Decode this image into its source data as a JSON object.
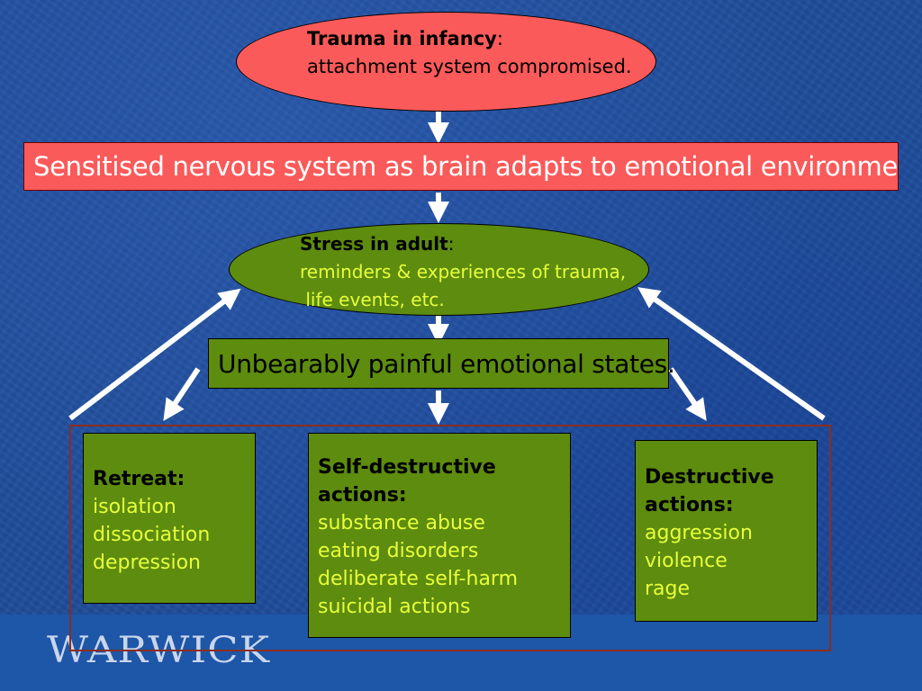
{
  "trauma": {
    "title": "Trauma in infancy",
    "colon": ":",
    "text": "attachment system compromised."
  },
  "sensitised": {
    "text": "Sensitised nervous system as brain adapts to emotional environme"
  },
  "stress": {
    "title": "Stress in adult",
    "colon": ":",
    "line1": "reminders & experiences of trauma,",
    "line2": "life events, etc."
  },
  "unbearable": {
    "text": "Unbearably painful emotional states."
  },
  "retreat": {
    "title": "Retreat:",
    "items": [
      "isolation",
      "dissociation",
      "depression"
    ]
  },
  "self_destructive": {
    "title_line1": "Self-destructive",
    "title_line2": "actions:",
    "items": [
      "substance abuse",
      "eating disorders",
      "deliberate self-harm",
      "suicidal actions"
    ]
  },
  "destructive": {
    "title_line1": "Destructive",
    "title_line2": "actions:",
    "items": [
      "aggression",
      "violence",
      "rage"
    ]
  },
  "logo": {
    "text": "WARWICK"
  },
  "colors": {
    "background": "#1f4c9a",
    "red_shape": "#fb5a5a",
    "green_shape": "#5d8c0f",
    "yellow_text": "#e8ff3a",
    "arrow": "#ffffff",
    "outline": "#8b2d1e"
  }
}
